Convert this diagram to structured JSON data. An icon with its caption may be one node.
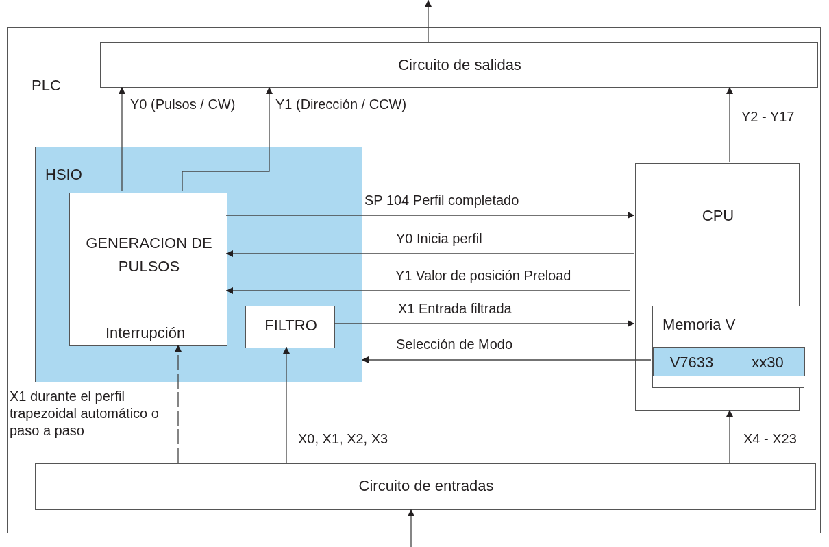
{
  "diagram": {
    "nodes": [
      {
        "text": [
          "PLC"
        ]
      },
      {
        "text": [
          "Circuito de salidas"
        ],
        "in": 0
      },
      {
        "text": [
          "HSIO"
        ],
        "in": 0
      },
      {
        "text": [
          "GENERACION DE PULSOS",
          "Interrupción"
        ],
        "in": 2
      },
      {
        "text": [
          "FILTRO"
        ],
        "in": 2
      },
      {
        "text": [
          "CPU"
        ],
        "in": 0
      },
      {
        "text": [
          "Memoria V"
        ],
        "in": 5
      },
      {
        "text": [
          "V7633",
          "xx30"
        ],
        "in": 6
      },
      {
        "text": [
          "Circuito de entradas"
        ],
        "in": 0
      }
    ],
    "edges": [
      {
        "from": 1,
        "to": null,
        "arrow": "to"
      },
      {
        "from": null,
        "to": 8,
        "arrow": "to"
      },
      {
        "from": 3,
        "to": 1,
        "arrow": "to",
        "label": "Y0 (Pulsos / CW)"
      },
      {
        "from": 3,
        "to": 1,
        "arrow": "to",
        "label": "Y1 (Dirección / CCW)"
      },
      {
        "from": 5,
        "to": 1,
        "arrow": "to",
        "label": "Y2 - Y17"
      },
      {
        "from": 3,
        "to": 5,
        "arrow": "to",
        "label": "SP 104 Perfil completado"
      },
      {
        "from": 5,
        "to": 3,
        "arrow": "to",
        "label": "Y0 Inicia perfil"
      },
      {
        "from": 5,
        "to": 3,
        "arrow": "to",
        "label": "Y1 Valor de posición Preload"
      },
      {
        "from": 4,
        "to": 5,
        "arrow": "to",
        "label": "X1 Entrada filtrada"
      },
      {
        "from": 7,
        "to": 2,
        "arrow": "to",
        "label": "Selección de Modo"
      },
      {
        "from": 8,
        "to": 3,
        "arrow": "to",
        "style": "dashed",
        "label": "X1 durante el perfil trapezoidal automático o paso a paso"
      },
      {
        "from": 8,
        "to": 4,
        "arrow": "to",
        "label": "X0, X1, X2, X3"
      },
      {
        "from": 8,
        "to": 5,
        "arrow": "to",
        "label": "X4 - X23"
      }
    ]
  }
}
